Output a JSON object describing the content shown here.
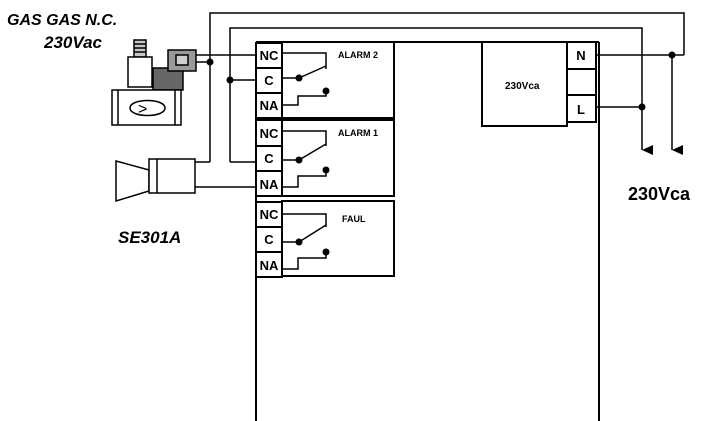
{
  "valve": {
    "line1": "GAS GAS N.C.",
    "line2": "230Vac",
    "arrow": ">"
  },
  "siren": {
    "label": "SE301A"
  },
  "relays": [
    {
      "title": "ALARM 2",
      "terminals": [
        "NC",
        "C",
        "NA"
      ]
    },
    {
      "title": "ALARM 1",
      "terminals": [
        "NC",
        "C",
        "NA"
      ]
    },
    {
      "title": "FAUL",
      "terminals": [
        "NC",
        "C",
        "NA"
      ]
    }
  ],
  "power": {
    "module_label": "230Vca",
    "terminals": [
      "N",
      "",
      "L"
    ],
    "supply_label": "230Vca"
  }
}
